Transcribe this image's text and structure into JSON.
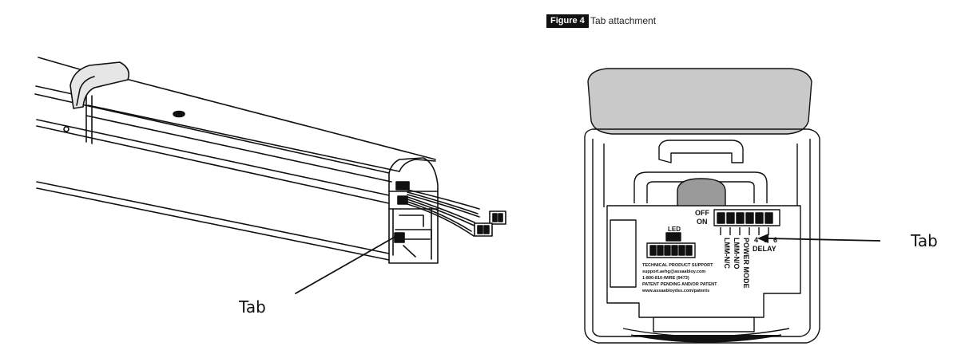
{
  "figure": {
    "number_label": "Figure 4",
    "title": "Tab attachment"
  },
  "callouts": {
    "left_tab": "Tab",
    "right_tab": "Tab"
  },
  "device_panel": {
    "off_label": "OFF",
    "on_label": "ON",
    "led_label": "LED",
    "switch_numbers": [
      "4",
      "5",
      "6"
    ],
    "switch_labels": [
      "LMM-N/C",
      "LMM-N/O",
      "POWER MODE"
    ],
    "delay_label": "DELAY",
    "support_lines": [
      "TECHNICAL PRODUCT SUPPORT",
      "support.aehg@assaabloy.com",
      "1-800-810-WIRE (9473)",
      "PATENT PENDING AND/OR PATENT",
      "www.assaabloydss.com/patents"
    ]
  },
  "colors": {
    "ink": "#111111",
    "badge_bg": "#111111",
    "badge_text": "#ffffff",
    "cap_fill": "#c9c9c9"
  }
}
